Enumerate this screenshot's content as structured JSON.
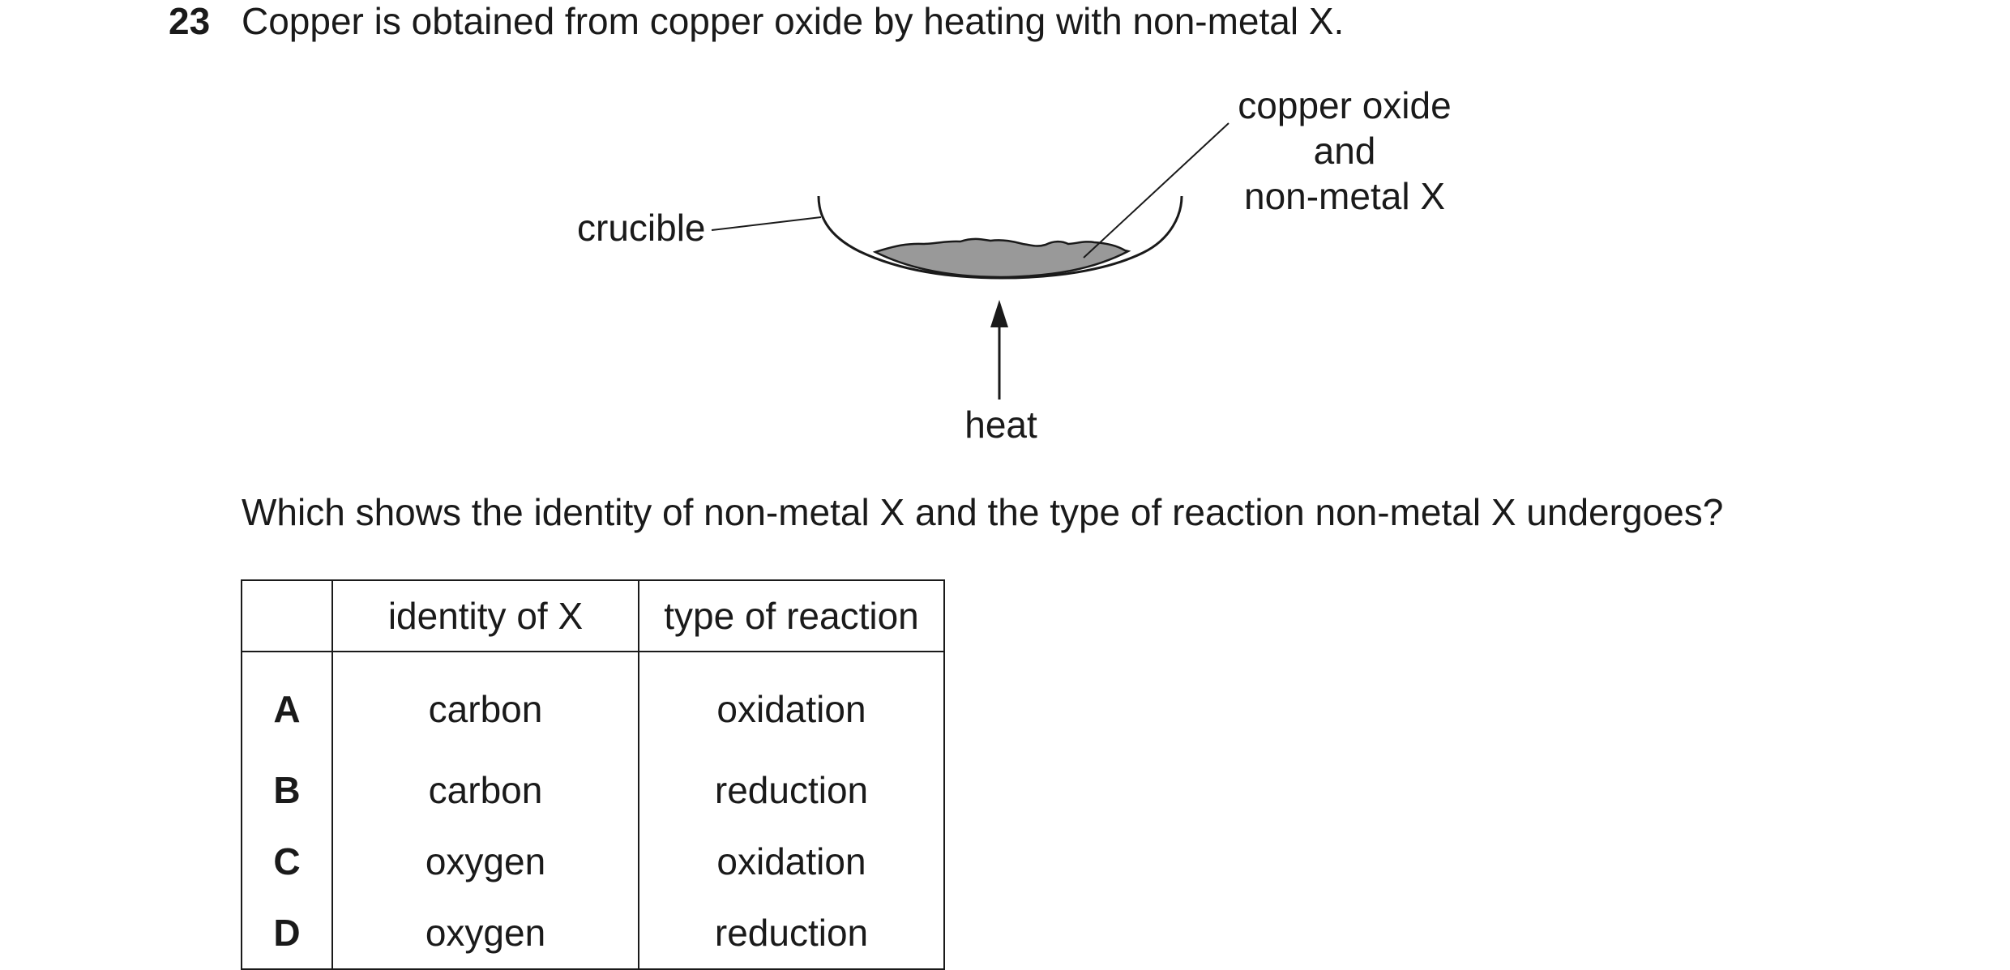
{
  "question": {
    "number": "23",
    "stem": "Copper is obtained from copper oxide by heating with non-metal X.",
    "prompt": "Which shows the identity of non-metal X and the type of reaction non-metal X undergoes?"
  },
  "diagram": {
    "labels": {
      "crucible": "crucible",
      "contents_line1": "copper oxide",
      "contents_line2": "and",
      "contents_line3": "non-metal X",
      "heat": "heat"
    },
    "contents_fill": "#999999"
  },
  "table": {
    "headers": [
      "",
      "identity of X",
      "type of reaction"
    ],
    "rows": [
      {
        "letter": "A",
        "identity": "carbon",
        "reaction": "oxidation"
      },
      {
        "letter": "B",
        "identity": "carbon",
        "reaction": "reduction"
      },
      {
        "letter": "C",
        "identity": "oxygen",
        "reaction": "oxidation"
      },
      {
        "letter": "D",
        "identity": "oxygen",
        "reaction": "reduction"
      }
    ]
  }
}
